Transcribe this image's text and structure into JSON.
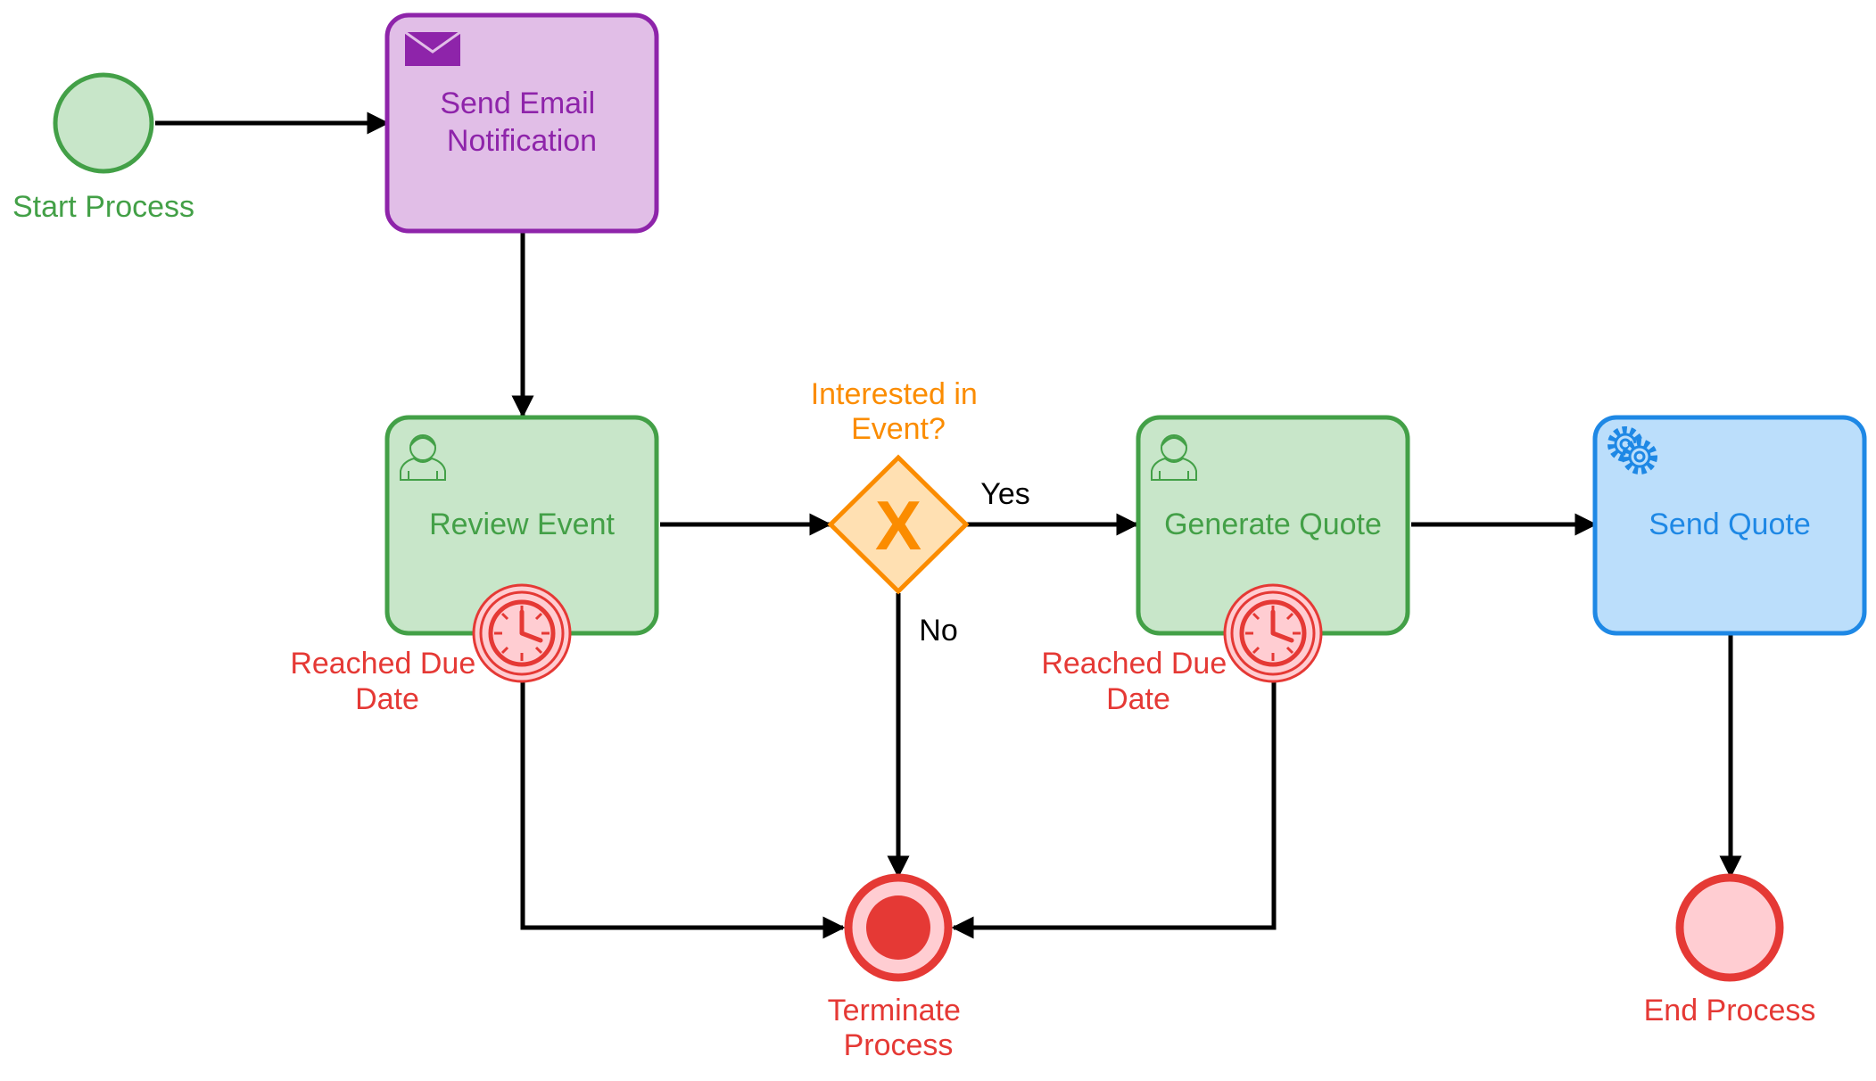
{
  "diagram": {
    "start": {
      "label": "Start Process"
    },
    "send_email": {
      "label_lines": [
        "Send Email",
        "Notification"
      ]
    },
    "review_event": {
      "label": "Review Event"
    },
    "review_timer": {
      "label_lines": [
        "Reached Due",
        "Date"
      ]
    },
    "gateway": {
      "label_lines": [
        "Interested in",
        "Event?"
      ],
      "symbol": "X"
    },
    "yes_label": "Yes",
    "no_label": "No",
    "generate_quote": {
      "label": "Generate Quote"
    },
    "quote_timer": {
      "label_lines": [
        "Reached Due",
        "Date"
      ]
    },
    "send_quote": {
      "label": "Send Quote"
    },
    "terminate": {
      "label_lines": [
        "Terminate",
        "Process"
      ]
    },
    "end": {
      "label": "End Process"
    }
  },
  "icons": {
    "send_email": "envelope-icon",
    "review_event": "user-icon",
    "generate_quote": "user-icon",
    "send_quote": "gears-icon",
    "timers": "clock-icon"
  },
  "colors": {
    "green": "#43a047",
    "green_fill": "#c8e6c9",
    "purple": "#8e24aa",
    "purple_fill": "#e1bee7",
    "orange": "#fb8c00",
    "orange_fill": "#ffe0b2",
    "blue": "#1e88e5",
    "blue_fill": "#bbdefb",
    "red": "#e53935",
    "red_fill": "#ffcdd2"
  }
}
